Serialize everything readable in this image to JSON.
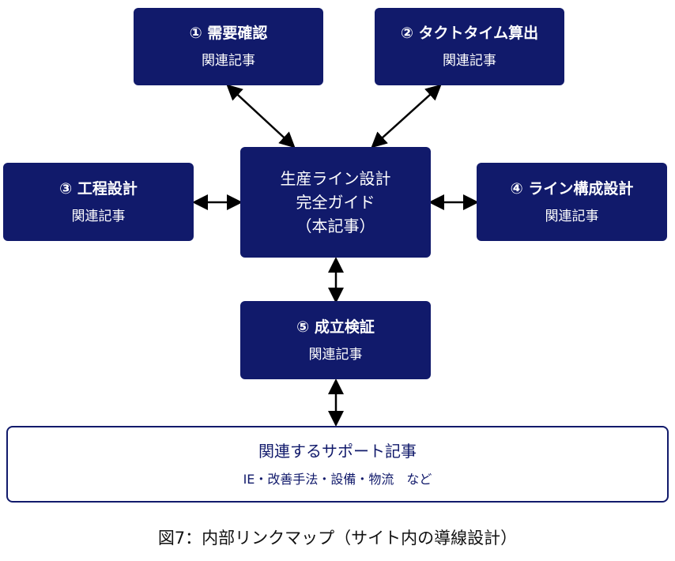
{
  "boxes": {
    "demand": {
      "title": "① 需要確認",
      "subtitle": "関連記事"
    },
    "takt": {
      "title": "② タクトタイム算出",
      "subtitle": "関連記事"
    },
    "process": {
      "title": "③ 工程設計",
      "subtitle": "関連記事"
    },
    "line_config": {
      "title": "④ ライン構成設計",
      "subtitle": "関連記事"
    },
    "verify": {
      "title": "⑤ 成立検証",
      "subtitle": "関連記事"
    },
    "center": {
      "line1": "生産ライン設計",
      "line2": "完全ガイド",
      "line3": "（本記事）"
    }
  },
  "support": {
    "title": "関連するサポート記事",
    "description": "IE・改善手法・設備・物流　など"
  },
  "caption": "図7：内部リンクマップ（サイト内の導線設計）",
  "colors": {
    "box_fill": "#111a6b",
    "arrow": "#000000",
    "text_on_box": "#ffffff"
  }
}
